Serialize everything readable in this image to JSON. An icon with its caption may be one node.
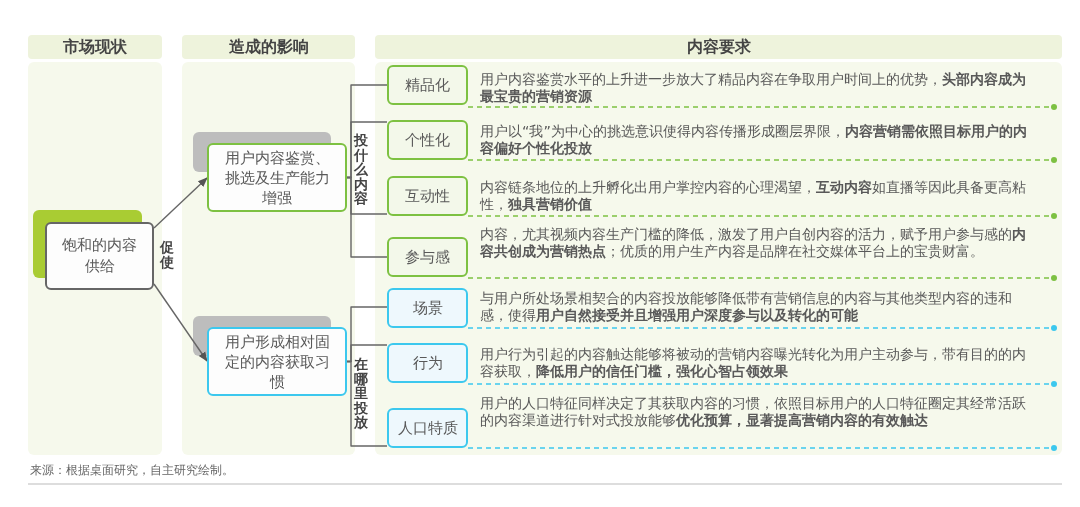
{
  "diagram": {
    "nodes": [
      {
        "text": [
          "市场现状"
        ]
      },
      {
        "text": [
          "造成的影响"
        ]
      },
      {
        "text": [
          "内容要求"
        ]
      },
      {
        "text": [
          "饱和的内容供给"
        ]
      },
      {
        "text": [
          "用户内容鉴赏、挑选及生产能力增强"
        ]
      },
      {
        "text": [
          "用户形成相对固定的内容获取习惯"
        ]
      },
      {
        "text": [
          "精品化"
        ],
        "beside": [
          "用户内容鉴赏水平的上升进一步放大了精品内容在争取用户时间上的优势，**头部内容成为最宝贵的营销资源**"
        ]
      },
      {
        "text": [
          "个性化"
        ],
        "beside": [
          "用户以“我”为中心的挑选意识使得内容传播形成圈层界限，**内容营销需依照目标用户的内容偏好个性化投放**"
        ]
      },
      {
        "text": [
          "互动性"
        ],
        "beside": [
          "内容链条地位的上升孵化出用户掌控内容的心理渴望，**互动内容**如直播等因此具备更高粘性，**独具营销价值**"
        ]
      },
      {
        "text": [
          "参与感"
        ],
        "beside": [
          "内容，尤其视频内容生产门槛的降低，激发了用户自创内容的活力，赋予用户参与感的**内容共创成为营销热点**；优质的用户生产内容是品牌在社交媒体平台上的宝贵财富。"
        ]
      },
      {
        "text": [
          "场景"
        ],
        "beside": [
          "与用户所处场景相契合的内容投放能够降低带有营销信息的内容与其他类型内容的违和感，使得**用户自然接受并且增强用户深度参与以及转化的可能**"
        ]
      },
      {
        "text": [
          "行为"
        ],
        "beside": [
          "用户行为引起的内容触达能够将被动的营销内容曝光转化为用户主动参与，带有目的的内容获取，**降低用户的信任门槛，强化心智占领效果**"
        ]
      },
      {
        "text": [
          "人口特质"
        ],
        "beside": [
          "用户的人口特征同样决定了其获取内容的习惯，依照目标用户的人口特征圈定其经常活跃的内容渠道进行针对式投放能够**优化预算，显著提高营销内容的有效触达**"
        ]
      }
    ],
    "edges": [
      {
        "from": 3,
        "to": 4,
        "arrow": "to"
      },
      {
        "from": 3,
        "to": 5,
        "arrow": "to"
      },
      {
        "from": 4,
        "to": 6,
        "arrow": "none"
      },
      {
        "from": 4,
        "to": 7,
        "arrow": "none"
      },
      {
        "from": 4,
        "to": 8,
        "arrow": "none"
      },
      {
        "from": 4,
        "to": 9,
        "arrow": "none"
      },
      {
        "from": 5,
        "to": 10,
        "arrow": "none"
      },
      {
        "from": 5,
        "to": 11,
        "arrow": "none"
      },
      {
        "from": 5,
        "to": 12,
        "arrow": "none"
      }
    ],
    "labels": [
      "促使",
      "投什么内容",
      "在哪里投放",
      "来源：根据桌面研究，自主研究绘制。"
    ]
  }
}
